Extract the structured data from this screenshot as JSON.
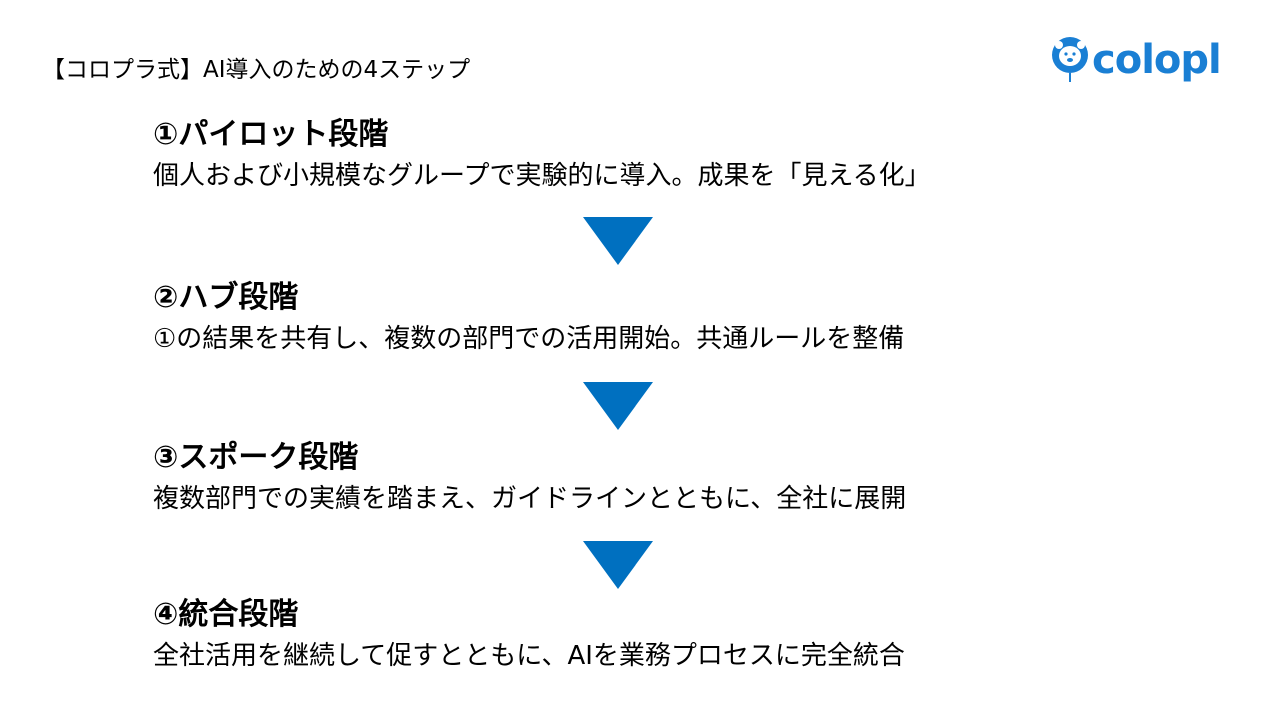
{
  "title": "【コロプラ式】AI導入のための4ステップ",
  "logo": {
    "text": "colopl",
    "color": "#1a7fd4"
  },
  "arrow_color": "#0070c0",
  "steps": [
    {
      "heading": "①パイロット段階",
      "description": "個人および小規模なグループで実験的に導入。成果を「見える化」"
    },
    {
      "heading": "②ハブ段階",
      "description": "①の結果を共有し、複数の部門での活用開始。共通ルールを整備"
    },
    {
      "heading": "③スポーク段階",
      "description": "複数部門での実績を踏まえ、ガイドラインとともに、全社に展開"
    },
    {
      "heading": "④統合段階",
      "description": "全社活用を継続して促すとともに、AIを業務プロセスに完全統合"
    }
  ]
}
